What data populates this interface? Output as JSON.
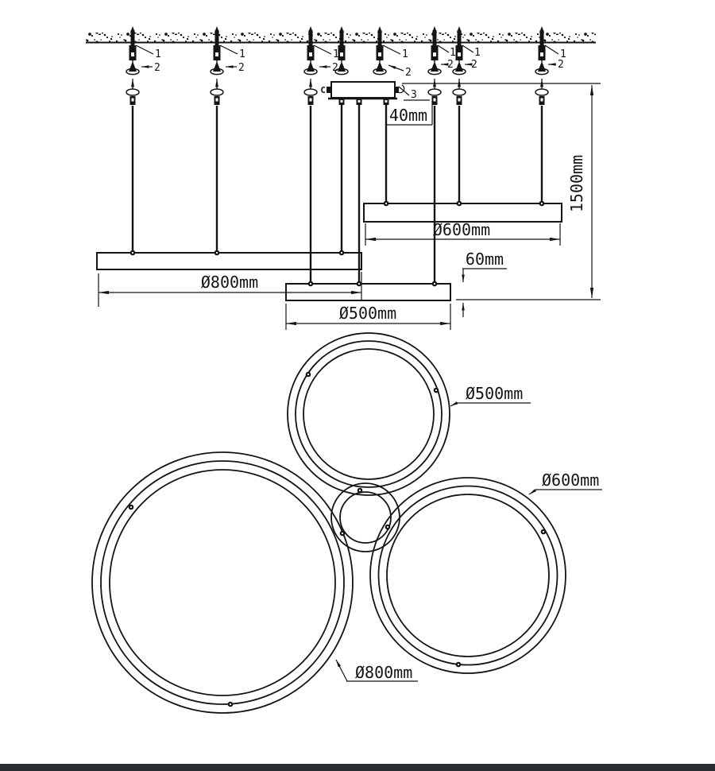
{
  "colors": {
    "line": "#141414",
    "background": "#ffffff",
    "footer_bar": "#2a2d32"
  },
  "elevation": {
    "callout_anchor": "1",
    "callout_cone": "2",
    "callout_canopy": "3",
    "canopy_letter": "C",
    "dim_canopy_height": "40mm",
    "dim_profile_height": "60mm",
    "dim_drop_height": "1500mm",
    "dim_ring_800": "Ø800mm",
    "dim_ring_500": "Ø500mm",
    "dim_ring_600": "Ø600mm"
  },
  "top_view": {
    "label_ring_500": "Ø500mm",
    "label_ring_600": "Ø600mm",
    "label_ring_800": "Ø800mm"
  }
}
